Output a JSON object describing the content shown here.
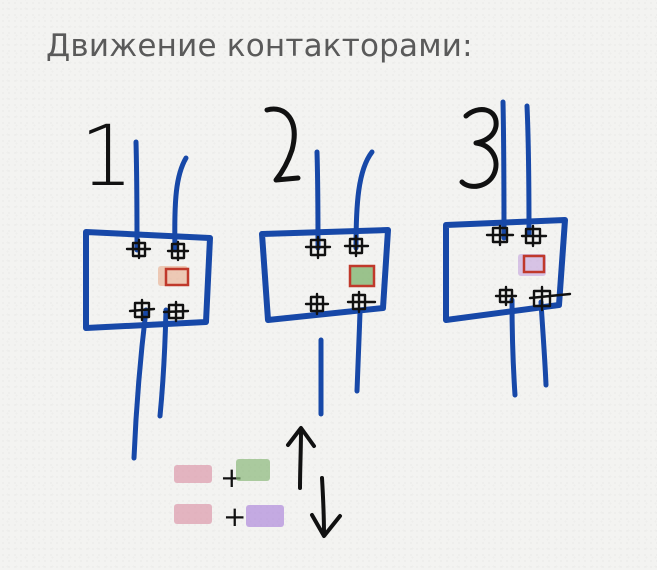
{
  "title": "Движение контакторами:",
  "step_labels": [
    "1",
    "2",
    "3"
  ],
  "legend": {
    "plus_top": "+",
    "plus_bottom": "+"
  },
  "colors": {
    "ink_blue": "#1748a8",
    "ink_black": "#111111",
    "indicator_red": "#c0392b",
    "swatch_pink": "#d98aa0",
    "swatch_green": "#8ab87a",
    "swatch_purple": "#a57ad8"
  },
  "icons": [
    "arrow-up-icon",
    "arrow-down-icon"
  ]
}
